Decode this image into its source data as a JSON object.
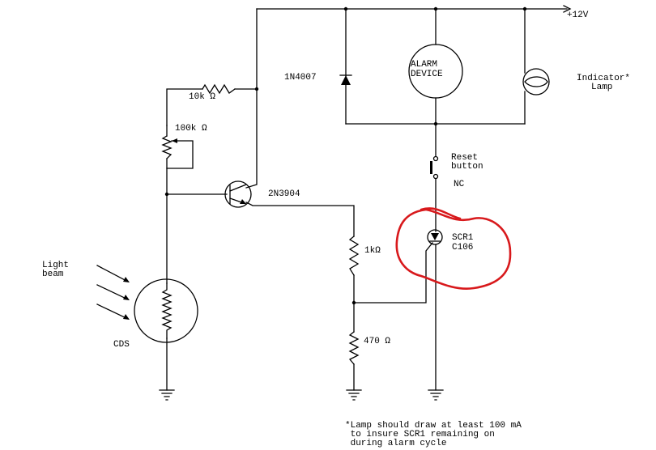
{
  "labels": {
    "supply": "+12V",
    "r_top": "10k Ω",
    "pot": "100k Ω",
    "transistor": "2N3904",
    "diode": "1N4007",
    "alarm_line1": "ALARM",
    "alarm_line2": "DEVICE",
    "lamp_line1": "Indicator*",
    "lamp_line2": "Lamp",
    "reset_line1": "Reset",
    "reset_line2": "button",
    "reset_nc": "NC",
    "scr_line1": "SCR1",
    "scr_line2": "C106",
    "r_1k": "1kΩ",
    "r_470": "470 Ω",
    "light_line1": "Light",
    "light_line2": "beam",
    "cds": "CDS",
    "note_line1": "*Lamp should draw at least 100 mA",
    "note_line2": " to insure SCR1 remaining on",
    "note_line3": " during alarm cycle"
  },
  "colors": {
    "wire": "#000000",
    "highlight": "#d8191c"
  }
}
